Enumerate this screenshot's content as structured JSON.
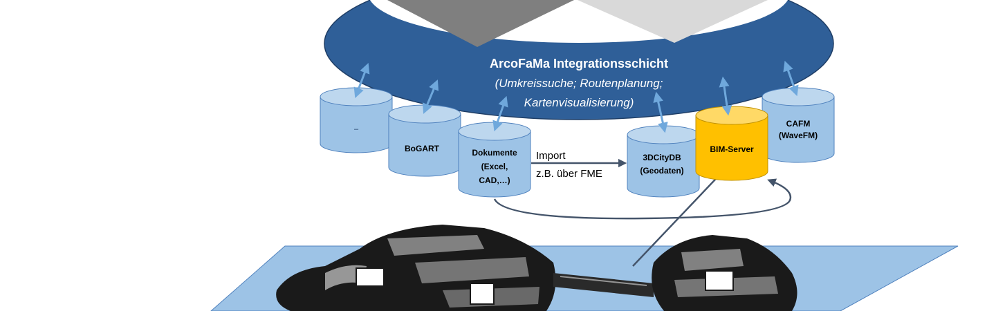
{
  "ring": {
    "title": "ArcoFaMa Integrationsschicht",
    "subtitle_line1": "(Umkreissuche; Routenplanung;",
    "subtitle_line2": "Kartenvisualisierung)"
  },
  "databases": {
    "unnamed": "–",
    "bogart": "BoGART",
    "dokumente_line1": "Dokumente",
    "dokumente_line2": "(Excel,",
    "dokumente_line3": "CAD,…)",
    "citydb_line1": "3DCityDB",
    "citydb_line2": "(Geodaten)",
    "bim": "BIM-Server",
    "cafm_line1": "CAFM",
    "cafm_line2": "(WaveFM)"
  },
  "import_label": {
    "line1": "Import",
    "line2": "z.B. über FME"
  },
  "colors": {
    "ring": "#2f5f98",
    "db_blue": "#9dc3e6",
    "db_blue_top": "#bdd7ee",
    "db_stroke": "#4f81bd",
    "bim": "#ffc000",
    "bim_top": "#ffd966",
    "arrow_light": "#6fa8dc",
    "arrow_dark": "#44546a",
    "plane": "#9dc3e6",
    "gray_dark": "#7f7f7f",
    "gray_light": "#d9d9d9"
  }
}
